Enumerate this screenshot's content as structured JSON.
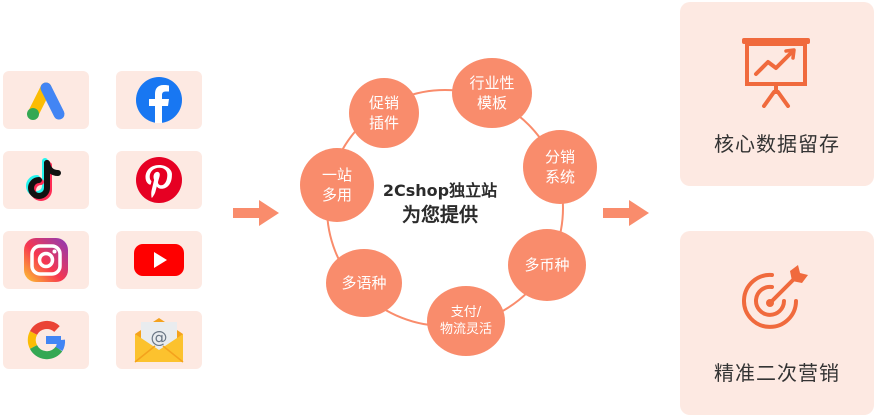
{
  "sources": {
    "icons": [
      "google-ads-icon",
      "facebook-icon",
      "tiktok-icon",
      "pinterest-icon",
      "instagram-icon",
      "youtube-icon",
      "google-icon",
      "email-icon"
    ],
    "email_symbol": "@"
  },
  "center": {
    "line1": "2Cshop独立站",
    "line2": "为您提供"
  },
  "features": [
    "促销\n插件",
    "行业性\n模板",
    "分销\n系统",
    "多币种",
    "支付/\n物流灵活",
    "多语种",
    "一站\n多用"
  ],
  "outcomes": [
    {
      "label": "核心数据留存",
      "icon": "chart-board-icon"
    },
    {
      "label": "精准二次营销",
      "icon": "target-icon"
    }
  ],
  "colors": {
    "accent": "#f98c6c",
    "accent_dark": "#f06a3d",
    "tile_bg": "#fde9e2",
    "text": "#333333"
  }
}
